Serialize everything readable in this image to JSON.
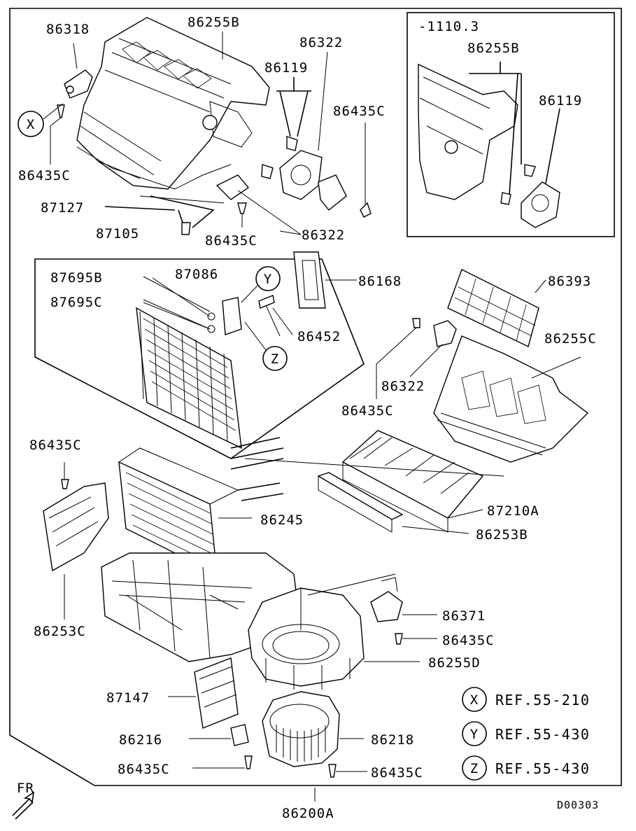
{
  "labels": {
    "p86318": "86318",
    "p86255B_top": "86255B",
    "p86322_top": "86322",
    "p86119_main": "86119",
    "p86435C_top_right": "86435C",
    "p86435C_left": "86435C",
    "p87127": "87127",
    "p86322_mid": "86322",
    "p86435C_mid": "86435C",
    "p87105": "87105",
    "p87695B": "87695B",
    "p87086": "87086",
    "p87695C": "87695C",
    "p86452": "86452",
    "p86168": "86168",
    "p86393": "86393",
    "p86255C": "86255C",
    "p86322_right": "86322",
    "p86435C_right": "86435C",
    "p86435C_far_left": "86435C",
    "p86245": "86245",
    "p87210A": "87210A",
    "p86253B": "86253B",
    "p86253C": "86253C",
    "p86371": "86371",
    "p86435C_bottom_right1": "86435C",
    "p86255D": "86255D",
    "p87147": "87147",
    "p86216": "86216",
    "p86218": "86218",
    "p86435C_bottom_left": "86435C",
    "p86435C_bottom_right2": "86435C",
    "p86200A": "86200A"
  },
  "inset": {
    "range": "-1110.3",
    "p86255B": "86255B",
    "p86119": "86119"
  },
  "callouts": {
    "x": "X",
    "y": "Y",
    "z": "Z"
  },
  "references": [
    {
      "letter": "X",
      "text": "REF.55-210"
    },
    {
      "letter": "Y",
      "text": "REF.55-430"
    },
    {
      "letter": "Z",
      "text": "REF.55-430"
    }
  ],
  "orientation": "FR",
  "diagram_code": "D00303"
}
